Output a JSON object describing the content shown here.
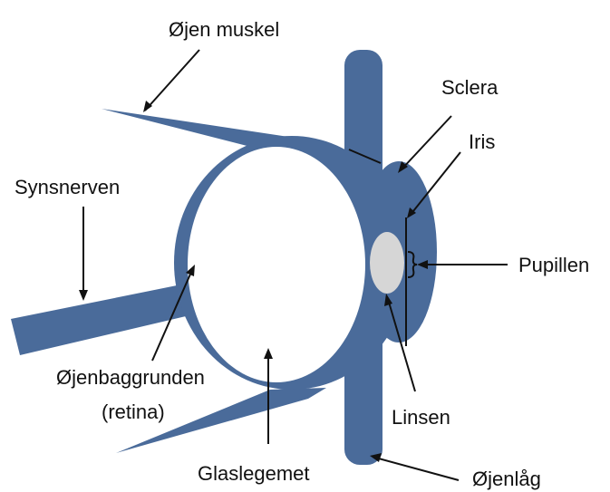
{
  "colors": {
    "tissue": "#4a6b9a",
    "lens": "#d6d6d6",
    "background": "#ffffff",
    "line": "#111111",
    "text": "#111111"
  },
  "labels": {
    "eye_muscle": "Øjen muskel",
    "optic_nerve": "Synsnerven",
    "sclera": "Sclera",
    "iris": "Iris",
    "pupil": "Pupillen",
    "retina_line1": "Øjenbaggrunden",
    "retina_line2": "(retina)",
    "lens": "Linsen",
    "vitreous": "Glaslegemet",
    "eyelid": "Øjenlåg"
  }
}
